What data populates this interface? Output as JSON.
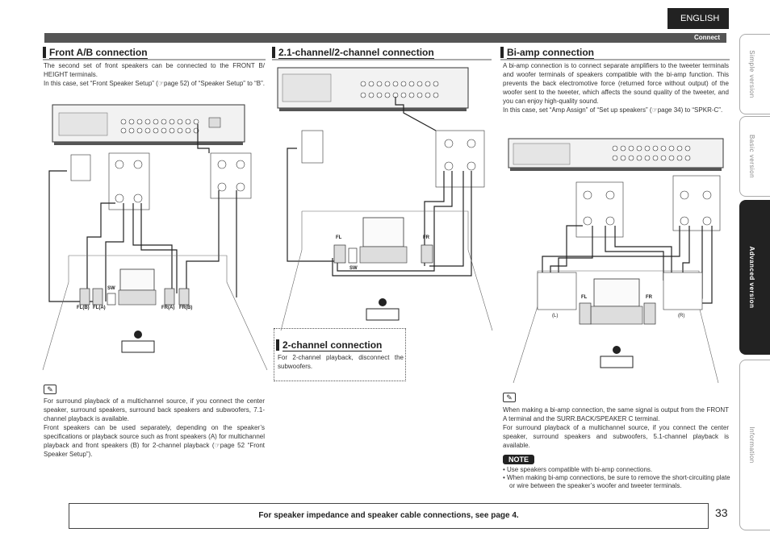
{
  "header": {
    "language_tab": "ENGLISH",
    "section_label": "Connect"
  },
  "sections": {
    "front_ab": {
      "title": "Front A/B connection",
      "body": "The second set of front speakers can be connected to the FRONT B/ HEIGHT terminals.\nIn this case, set “Front Speaker Setup” (☞page 52) of “Speaker Setup” to “B”.",
      "labels": [
        "FL(B)",
        "FL(A)",
        "SW",
        "FR(A)",
        "FR(B)"
      ],
      "note_body": "For surround playback of a multichannel source, if you connect the center speaker, surround speakers, surround back speakers and subwoofers, 7.1-channel playback is available.\nFront speakers can be used separately, depending on the speaker’s specifications or playback source such as front speakers (A) for multichannel playback and front speakers (B) for 2-channel playback (☞page 52 “Front Speaker Setup”)."
    },
    "ch21": {
      "title": "2.1-channel/2-channel connection",
      "labels": [
        "FL",
        "FR",
        "SW"
      ]
    },
    "ch2": {
      "title": "2-channel connection",
      "body": "For 2-channel playback, disconnect the subwoofers."
    },
    "biamp": {
      "title": "Bi-amp connection",
      "body": "A bi-amp connection is to connect separate amplifiers to the tweeter terminals and woofer terminals of speakers compatible with the bi-amp function. This prevents the back electromotive force (returned force without output) of the woofer sent to the tweeter, which affects the sound quality of the tweeter, and you can enjoy high-quality sound.\nIn this case, set “Amp Assign” of “Set up speakers” (☞page 34) to “SPKR-C”.",
      "labels": [
        "FL",
        "FR",
        "(L)",
        "(R)"
      ],
      "note_body": "When making a bi-amp connection, the same signal is output from the FRONT A terminal and the SURR.BACK/SPEAKER C terminal.\nFor surround playback of a multichannel source, if you connect the center speaker, surround speakers and subwoofers, 5.1-channel playback is available.",
      "note_badge": "NOTE",
      "note_items": [
        "Use speakers compatible with bi-amp connections.",
        "When making bi-amp connections, be sure to remove the short-circuiting plate or wire between the speaker’s woofer and tweeter terminals."
      ]
    }
  },
  "side_tabs": [
    "Simple version",
    "Basic version",
    "Advanced version",
    "Information"
  ],
  "footer": {
    "notice": "For speaker impedance and speaker cable connections, see page 4.",
    "page_number": "33"
  }
}
